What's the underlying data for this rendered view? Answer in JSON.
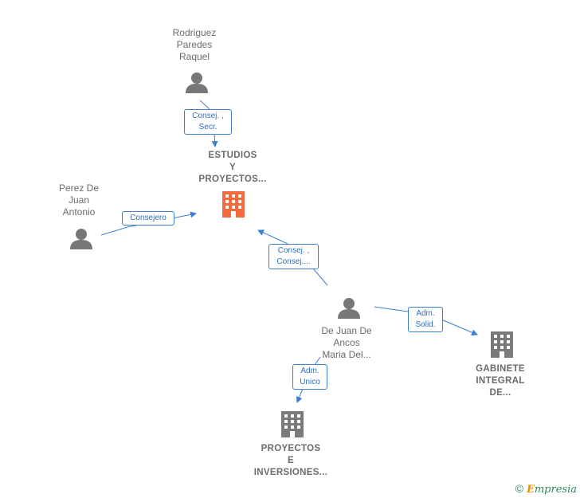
{
  "nodes": {
    "rodriguez": {
      "lines": [
        "Rodriguez",
        "Paredes",
        "Raquel"
      ],
      "icon": "person-icon"
    },
    "estudios": {
      "lines": [
        "ESTUDIOS",
        "Y",
        "PROYECTOS..."
      ],
      "icon": "building-icon",
      "color": "#f26a3d"
    },
    "perez": {
      "lines": [
        "Perez De",
        "Juan",
        "Antonio"
      ],
      "icon": "person-icon"
    },
    "dejuan": {
      "lines": [
        "De Juan De",
        "Ancos",
        "Maria Del..."
      ],
      "icon": "person-icon"
    },
    "gabinete": {
      "lines": [
        "GABINETE",
        "INTEGRAL",
        "DE..."
      ],
      "icon": "building-icon"
    },
    "proyectos": {
      "lines": [
        "PROYECTOS",
        "E",
        "INVERSIONES..."
      ],
      "icon": "building-icon"
    }
  },
  "edges": {
    "rodriguez_estudios": [
      "Consej. ,",
      "Secr."
    ],
    "perez_estudios": [
      "Consejero"
    ],
    "dejuan_estudios": [
      "Consej. ,",
      "Consej...."
    ],
    "dejuan_gabinete": [
      "Adm.",
      "Solid."
    ],
    "dejuan_proyectos": [
      "Adm.",
      "Unico"
    ]
  },
  "colors": {
    "edge": "#3d7fcf",
    "person": "#777777",
    "building": "#7a7a7a",
    "main_building": "#f26a3d"
  },
  "footer": {
    "copyright": "©",
    "brand_first": "E",
    "brand_rest": "mpresia"
  }
}
